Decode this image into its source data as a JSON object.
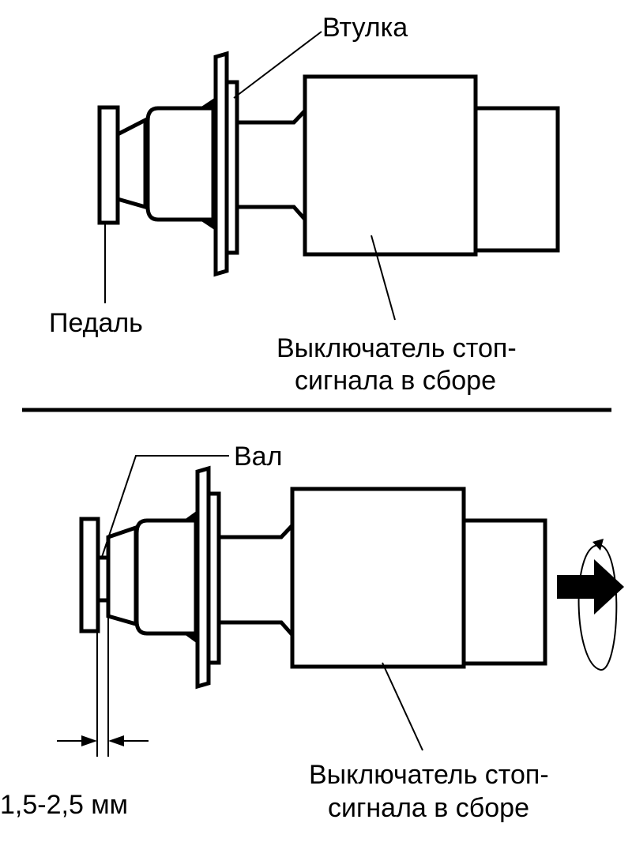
{
  "top_view": {
    "bushing_label": "Втулка",
    "pedal_label": "Педаль",
    "switch_label_line1": "Выключатель стоп-",
    "switch_label_line2": "сигнала в сборе"
  },
  "bottom_view": {
    "shaft_label": "Вал",
    "gap_label": "1,5-2,5 мм",
    "switch_label_line1": "Выключатель стоп-",
    "switch_label_line2": "сигнала в сборе"
  }
}
